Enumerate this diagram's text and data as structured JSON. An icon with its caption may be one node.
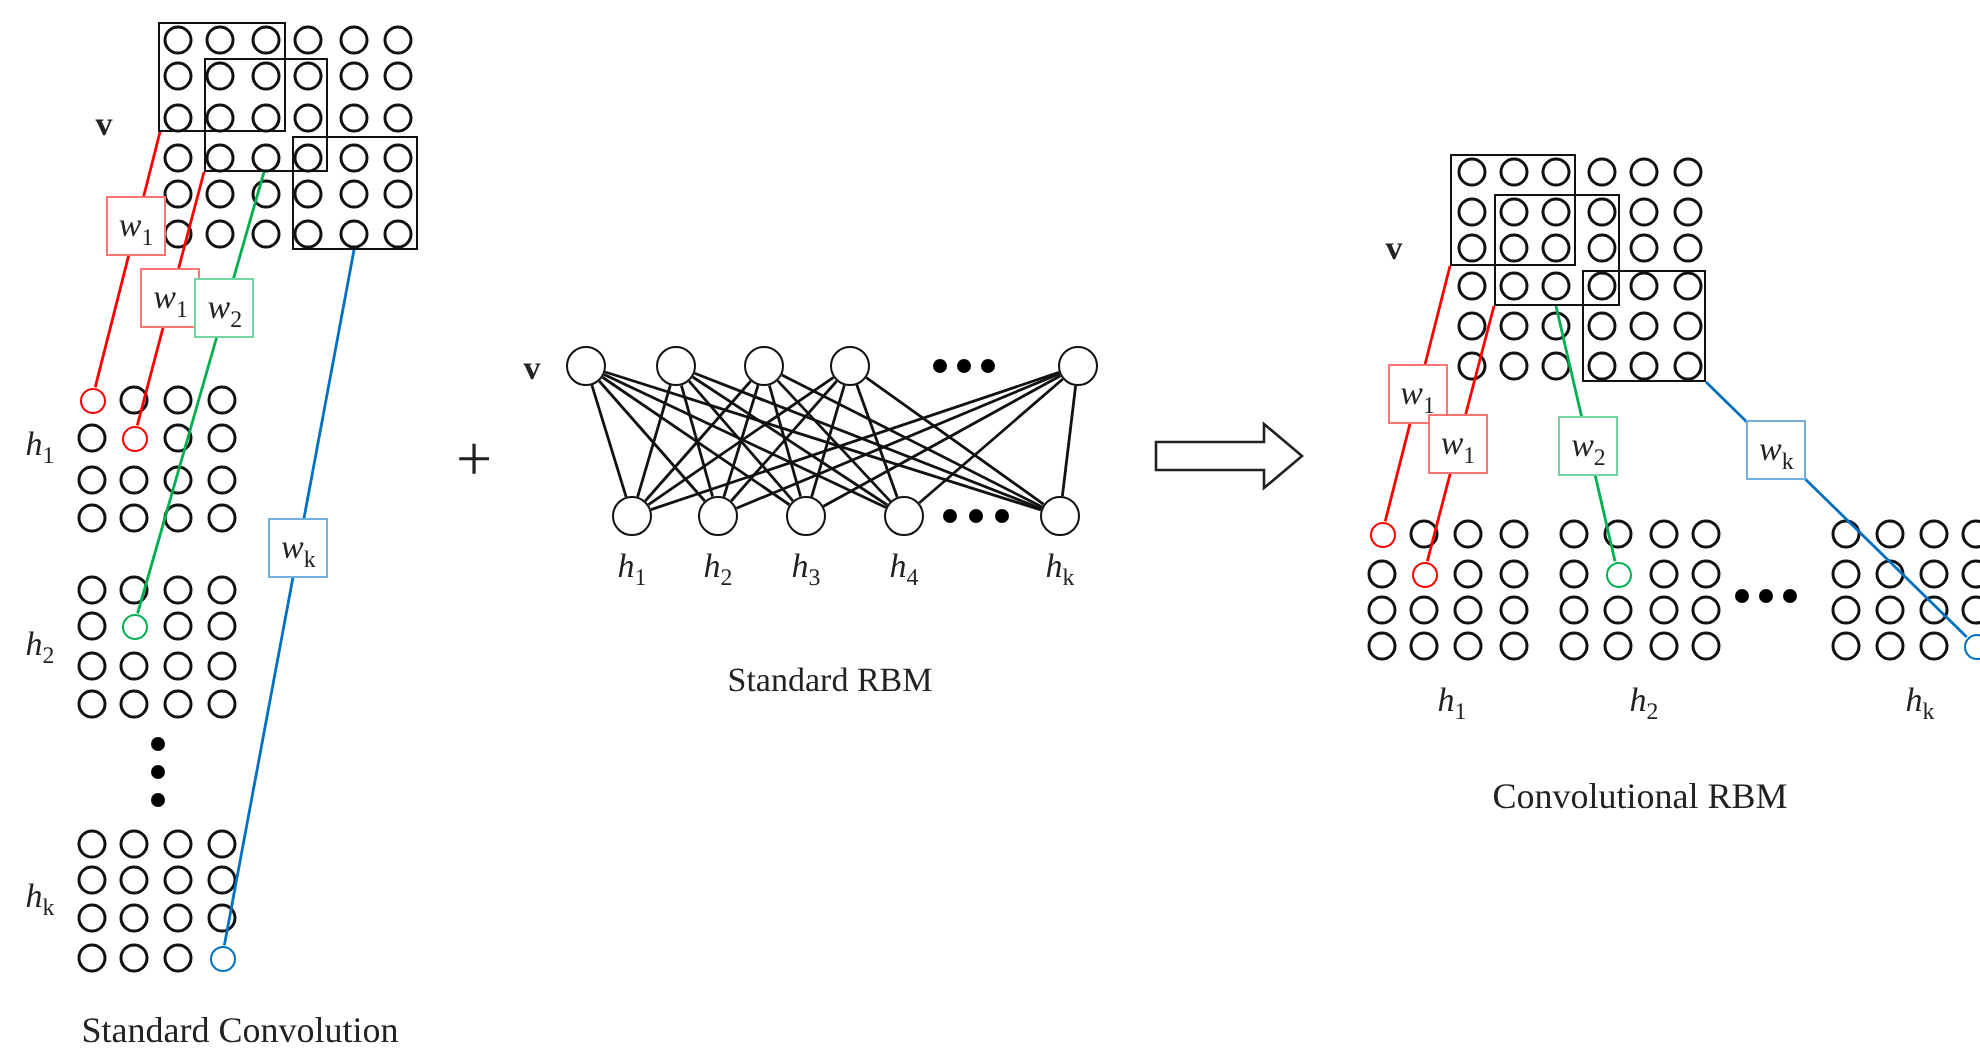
{
  "diagram": {
    "nodes": [
      {
        "text": [],
        "shape": "box"
      },
      {
        "text": [],
        "shape": "box"
      },
      {
        "text": [],
        "shape": "box"
      },
      {
        "text": [],
        "shape": "circle"
      },
      {
        "text": [],
        "shape": "circle"
      },
      {
        "text": [],
        "shape": "circle"
      },
      {
        "text": [],
        "shape": "circle"
      },
      {
        "text": [],
        "shape": "circle"
      },
      {
        "text": [],
        "shape": "circle"
      },
      {
        "text": [],
        "shape": "circle"
      },
      {
        "text": [],
        "shape": "circle"
      },
      {
        "text": [],
        "shape": "circle"
      },
      {
        "text": [],
        "shape": "circle",
        "beside": [
          "*h*$_{1}$"
        ]
      },
      {
        "text": [],
        "shape": "circle",
        "beside": [
          "*h*$_{2}$"
        ]
      },
      {
        "text": [],
        "shape": "circle",
        "beside": [
          "*h*$_{3}$"
        ]
      },
      {
        "text": [],
        "shape": "circle",
        "beside": [
          "*h*$_{4}$"
        ]
      },
      {
        "text": [],
        "shape": "circle",
        "beside": [
          "*h*$_{k}$"
        ]
      },
      {
        "text": [],
        "shape": "box"
      },
      {
        "text": [],
        "shape": "box"
      },
      {
        "text": [],
        "shape": "box"
      },
      {
        "text": [],
        "shape": "circle"
      },
      {
        "text": [],
        "shape": "circle"
      },
      {
        "text": [],
        "shape": "circle"
      },
      {
        "text": [],
        "shape": "circle"
      }
    ],
    "edges": [
      {
        "from": 0,
        "to": 3,
        "arrow": "none",
        "label": "*w*$_{1}$",
        "color": "#ff0000"
      },
      {
        "from": 1,
        "to": 4,
        "arrow": "none",
        "label": "*w*$_{1}$",
        "color": "#ff0000"
      },
      {
        "from": 1,
        "to": 5,
        "arrow": "none",
        "label": "*w*$_{2}$",
        "color": "#00b050"
      },
      {
        "from": 2,
        "to": 6,
        "arrow": "none",
        "label": "*w*$_{k}$",
        "color": "#0070c0"
      },
      {
        "from": 7,
        "to": 12,
        "arrow": "none"
      },
      {
        "from": 7,
        "to": 13,
        "arrow": "none"
      },
      {
        "from": 7,
        "to": 14,
        "arrow": "none"
      },
      {
        "from": 7,
        "to": 15,
        "arrow": "none"
      },
      {
        "from": 7,
        "to": 16,
        "arrow": "none"
      },
      {
        "from": 8,
        "to": 12,
        "arrow": "none"
      },
      {
        "from": 8,
        "to": 13,
        "arrow": "none"
      },
      {
        "from": 8,
        "to": 14,
        "arrow": "none"
      },
      {
        "from": 8,
        "to": 15,
        "arrow": "none"
      },
      {
        "from": 8,
        "to": 16,
        "arrow": "none"
      },
      {
        "from": 9,
        "to": 12,
        "arrow": "none"
      },
      {
        "from": 9,
        "to": 13,
        "arrow": "none"
      },
      {
        "from": 9,
        "to": 14,
        "arrow": "none"
      },
      {
        "from": 9,
        "to": 15,
        "arrow": "none"
      },
      {
        "from": 9,
        "to": 16,
        "arrow": "none"
      },
      {
        "from": 10,
        "to": 12,
        "arrow": "none"
      },
      {
        "from": 10,
        "to": 13,
        "arrow": "none"
      },
      {
        "from": 10,
        "to": 14,
        "arrow": "none"
      },
      {
        "from": 10,
        "to": 15,
        "arrow": "none"
      },
      {
        "from": 10,
        "to": 16,
        "arrow": "none"
      },
      {
        "from": 11,
        "to": 12,
        "arrow": "none"
      },
      {
        "from": 11,
        "to": 13,
        "arrow": "none"
      },
      {
        "from": 11,
        "to": 14,
        "arrow": "none"
      },
      {
        "from": 11,
        "to": 15,
        "arrow": "none"
      },
      {
        "from": 11,
        "to": 16,
        "arrow": "none"
      },
      {
        "from": 17,
        "to": 20,
        "arrow": "none",
        "label": "*w*$_{1}$",
        "color": "#ff0000"
      },
      {
        "from": 18,
        "to": 21,
        "arrow": "none",
        "label": "*w*$_{1}$",
        "color": "#ff0000"
      },
      {
        "from": 18,
        "to": 22,
        "arrow": "none",
        "label": "*w*$_{2}$",
        "color": "#00b050"
      },
      {
        "from": 19,
        "to": 23,
        "arrow": "none",
        "label": "*w*$_{k}$",
        "color": "#0070c0"
      }
    ],
    "labels": [
      "v",
      "*h*$_{1}$",
      "*h*$_{2}$",
      "*h*$_{k}$",
      "Standard Convolution",
      "+",
      "v",
      "Standard RBM",
      "v",
      "*h*$_{1}$",
      "*h*$_{2}$",
      "*h*$_{k}$",
      "Convolutional RBM"
    ]
  }
}
